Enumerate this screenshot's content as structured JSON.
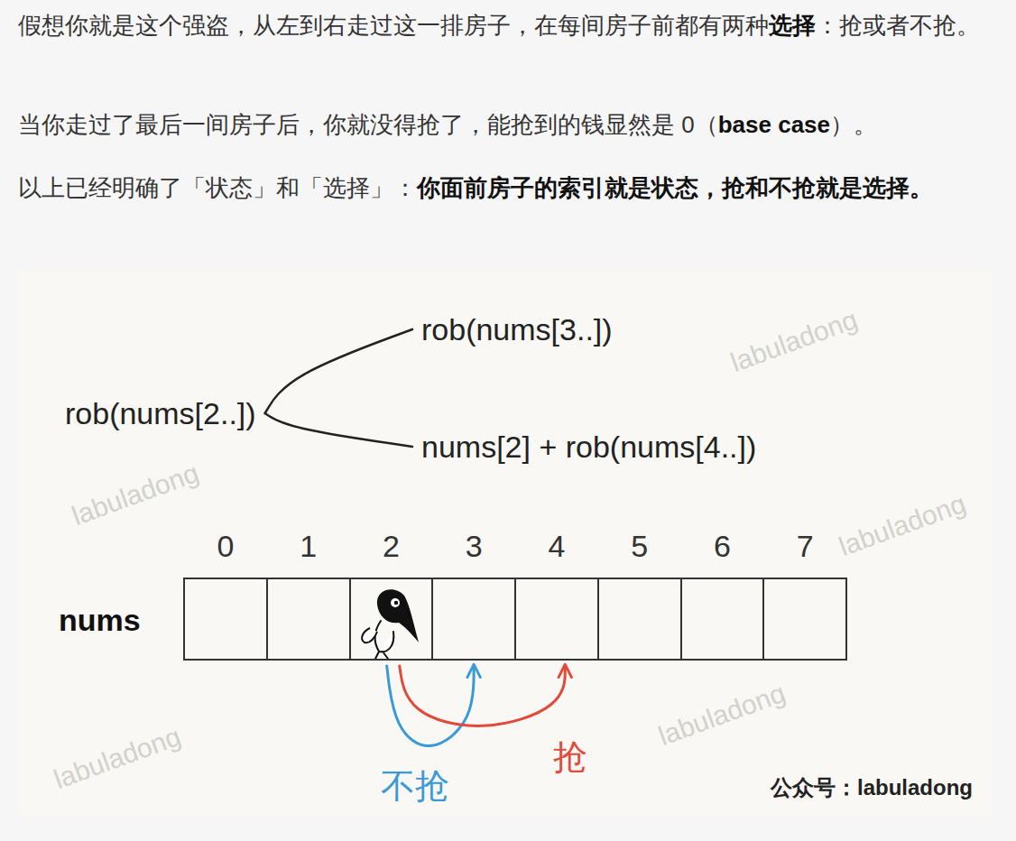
{
  "diagram": {
    "nodes": [
      {
        "text": [
          "rob(nums[2..])"
        ]
      },
      {
        "text": [
          "rob(nums[3..])"
        ]
      },
      {
        "text": [
          "nums[2] + rob(nums[4..])"
        ]
      },
      {
        "text": [
          "0"
        ]
      },
      {
        "text": [
          "1"
        ]
      },
      {
        "text": [
          "2"
        ]
      },
      {
        "text": [
          "3"
        ]
      },
      {
        "text": [
          "4"
        ]
      },
      {
        "text": [
          "5"
        ]
      },
      {
        "text": [
          "6"
        ]
      },
      {
        "text": [
          "7"
        ]
      }
    ],
    "edges": [
      {
        "from": 0,
        "to": 1,
        "arrow": "none"
      },
      {
        "from": 0,
        "to": 2,
        "arrow": "none"
      },
      {
        "from": 5,
        "to": 6,
        "arrow": "to",
        "label": "不抢"
      },
      {
        "from": 5,
        "to": 7,
        "arrow": "to",
        "label": "抢"
      }
    ],
    "labels": [
      "假想你就是这个强盗，从左到右走过这一排房子，在每间房子前都有两种",
      "选择",
      "：抢或者不抢。",
      "当你走过了最后一间房子后，你就没得抢了，能抢到的钱显然是 0（",
      "base case",
      "）。",
      "以上已经明确了「状态」和「选择」：",
      "你面前房子的索引就是状态，抢和不抢就是选择。",
      "nums",
      "labuladong",
      "labuladong",
      "labuladong",
      "labuladong",
      "labuladong",
      "公众号：labuladong"
    ]
  }
}
